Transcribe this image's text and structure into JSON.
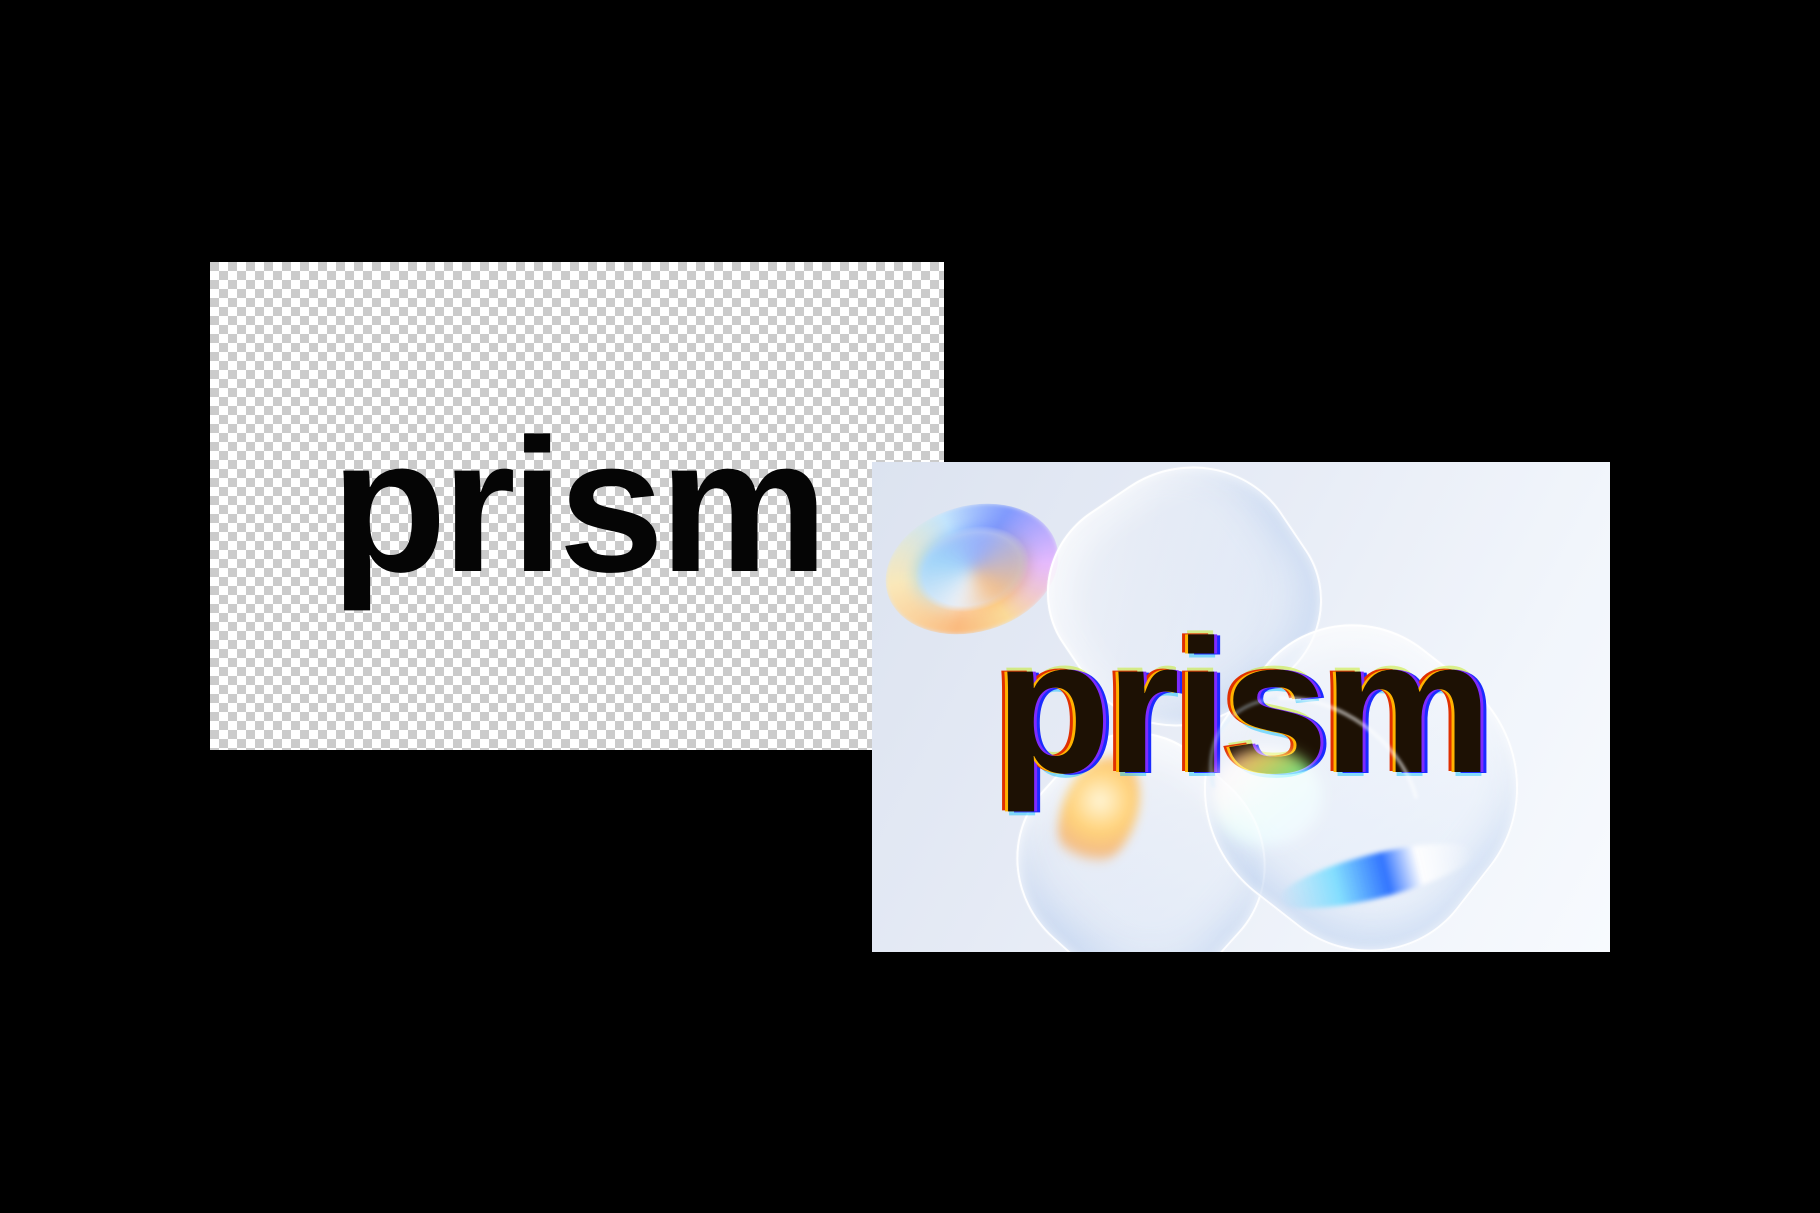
{
  "canvas": {
    "background_color": "#000000",
    "description": "logo brand mockup with two overlapping cards"
  },
  "cards": {
    "transparent": {
      "logo_text": "prism",
      "style": "black wordmark on transparency checkerboard",
      "checker_color_light": "#ffffff",
      "checker_color_dark": "#cbcbcb",
      "text_color": "#050505"
    },
    "glass": {
      "logo_text": "prism",
      "style": "chromatic aberration wordmark over iridescent glass cubes",
      "background_tint": "#e7ecf6",
      "text_color": "#1d1104",
      "fringe_left_color": "#e03000",
      "fringe_right_color": "#1b2bff",
      "accent_warm": "#ffd27a",
      "accent_cool": "#4fd8ff"
    }
  }
}
